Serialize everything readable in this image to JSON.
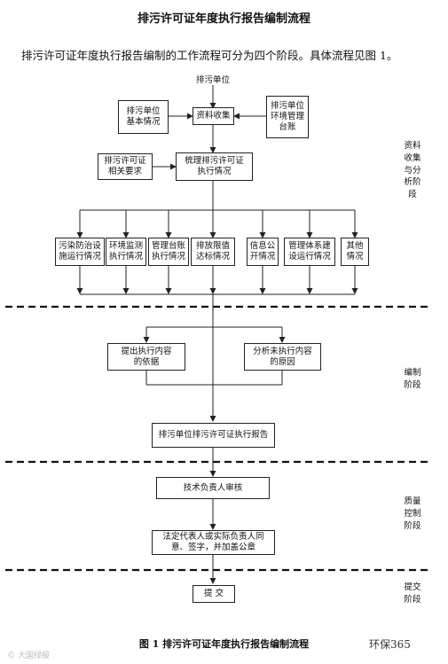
{
  "title": "排污许可证年度执行报告编制流程",
  "intro": "排污许可证年度执行报告编制的工作流程可分为四个阶段。具体流程见图 1。",
  "top_label": "排污单位",
  "boxes": {
    "data_collection": "资料收集",
    "basic_info": "排污单位\n基本情况",
    "env_ledger": "排污单位\n环境管理\n台账",
    "permit_req": "排污许可证\n相关要求",
    "sort_exec": "梳理排污许可证\n执行情况",
    "items": [
      "污染防治设\n施运行情况",
      "环境监测\n执行情况",
      "管理台账\n执行情况",
      "排放限值\n达标情况",
      "信息公\n开情况",
      "管理体系建\n设运行情况",
      "其他\n情况"
    ],
    "basis": "提出执行内容\n的依据",
    "reason": "分析未执行内容\n的原因",
    "report": "排污单位排污许可证执行报告",
    "review": "技术负责人审核",
    "sign": "法定代表人或实际负责人同\n意、签字，并加盖公章",
    "submit": "提 交"
  },
  "stages": [
    "资料\n收集\n与分\n析阶\n段",
    "编制\n阶段",
    "质量\n控制\n阶段",
    "提交\n阶段"
  ],
  "caption": "图 1  排污许可证年度执行报告编制流程",
  "watermark_left": "© 大国绿报",
  "watermark_right": "环保365"
}
